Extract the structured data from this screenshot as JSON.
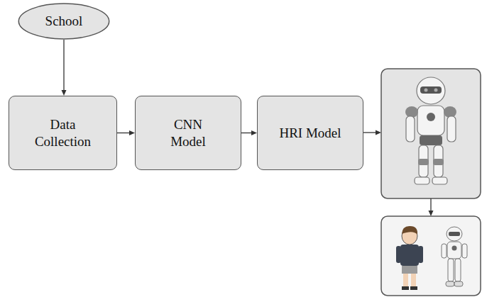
{
  "diagram": {
    "nodes": [
      {
        "text": [
          "School"
        ]
      },
      {
        "text": [
          "Data Collection"
        ]
      },
      {
        "text": [
          "CNN Model"
        ]
      },
      {
        "text": [
          "HRI Model"
        ]
      }
    ],
    "edges": [
      {
        "from": 0,
        "to": 1,
        "arrow": "to"
      },
      {
        "from": 1,
        "to": 2,
        "arrow": "to"
      },
      {
        "from": 2,
        "to": 3,
        "arrow": "to"
      }
    ]
  }
}
